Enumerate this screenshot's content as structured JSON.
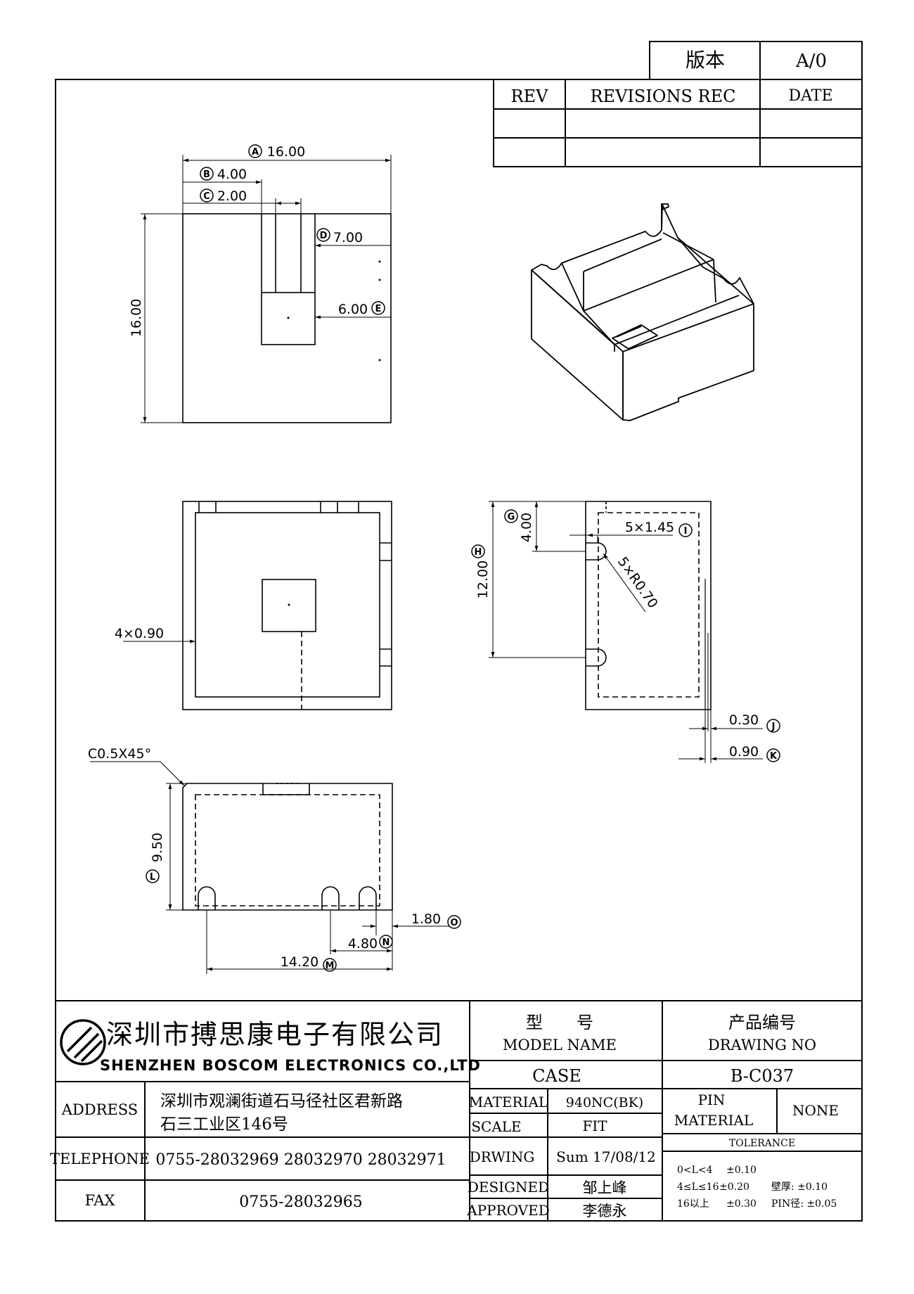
{
  "header": {
    "version_label": "版本",
    "version_value": "A/0",
    "rev_col": "REV",
    "revisions_col": "REVISIONS REC",
    "date_col": "DATE"
  },
  "top_view": {
    "dim_a": "16.00",
    "dim_b": "4.00",
    "dim_c": "2.00",
    "dim_d": "7.00",
    "dim_e": "6.00",
    "dim_height": "16.00"
  },
  "bottom_view": {
    "dim_slots": "4×0.90"
  },
  "side_view": {
    "dim_g": "4.00",
    "dim_h": "12.00",
    "dim_i": "5×1.45",
    "dim_radius": "5×R0.70",
    "dim_j": "0.30",
    "dim_k": "0.90"
  },
  "front_view": {
    "chamfer": "C0.5X45°",
    "dim_l": "9.50",
    "dim_o": "1.80",
    "dim_n": "4.80",
    "dim_m": "14.20"
  },
  "markers": {
    "a": "A",
    "b": "B",
    "c": "C",
    "d": "D",
    "e": "E",
    "g": "G",
    "h": "H",
    "i": "I",
    "j": "J",
    "k": "K",
    "l": "L",
    "m": "M",
    "n": "N",
    "o": "O"
  },
  "title_block": {
    "company_cn": "深圳市搏思康电子有限公司",
    "company_en": "SHENZHEN BOSCOM ELECTRONICS CO.,LTD",
    "model_cn": "型　　号",
    "model_en": "MODEL NAME",
    "model_value": "CASE",
    "drawing_no_cn": "产品编号",
    "drawing_no_en": "DRAWING NO",
    "drawing_no_value": "B-C037",
    "address_label": "ADDRESS",
    "address_line1": "深圳市观澜街道石马径社区君新路",
    "address_line2": "石三工业区146号",
    "telephone_label": "TELEPHONE",
    "telephone_value": "0755-28032969 28032970 28032971",
    "fax_label": "FAX",
    "fax_value": "0755-28032965",
    "material_label": "MATERIAL",
    "material_value": "940NC(BK)",
    "scale_label": "SCALE",
    "scale_value": "FIT",
    "drawing_label": "DRWING",
    "drawing_value": "Sum 17/08/12",
    "designed_label": "DESIGNED",
    "designed_value": "邹上峰",
    "approved_label": "APPROVED",
    "approved_value": "李德永",
    "pin_label1": "PIN",
    "pin_label2": "MATERIAL",
    "pin_value": "NONE",
    "tolerance_label": "TOLERANCE",
    "tol_row1_range": "0<L<4",
    "tol_row1_value": "±0.10",
    "tol_row2_range": "4≤L≤16",
    "tol_row2_value": "±0.20",
    "tol_row2_extra": "壁厚: ±0.10",
    "tol_row3_range": "16以上",
    "tol_row3_value": "±0.30",
    "tol_row3_extra": "PIN径: ±0.05"
  }
}
